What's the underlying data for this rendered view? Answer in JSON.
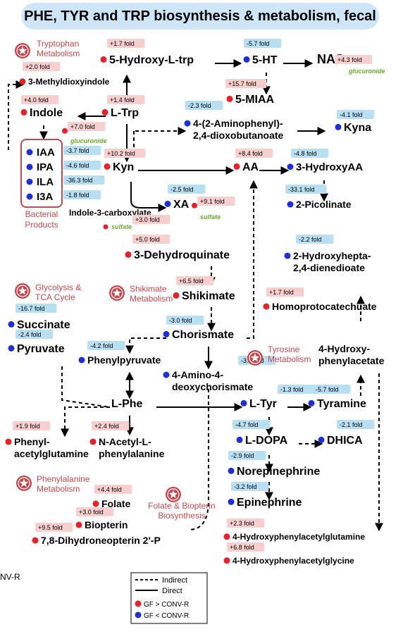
{
  "title": "PHE, TYR and TRP biosynthesis & metabolism, fecal",
  "cut_label": "NV-R",
  "colors": {
    "increase_dot": "#e4222a",
    "decrease_dot": "#1f2fd6",
    "increase_badge": "#f7cfcf",
    "decrease_badge": "#b9dff2",
    "pathway_label": "#c8474d",
    "conjugate_label": "#6aaa2a",
    "title_background": "#cfe6f8"
  },
  "pathways": [
    {
      "label": [
        "Tryptophan",
        "Metabolism"
      ]
    },
    {
      "label": [
        "Glycolysis &",
        "TCA Cycle"
      ]
    },
    {
      "label": [
        "Shikimate",
        "Metabolism"
      ]
    },
    {
      "label": [
        "Tyrosine",
        "Metabolism"
      ]
    },
    {
      "label": [
        "Phenylalanine",
        "Metabolism"
      ]
    },
    {
      "label": [
        "Folate & Biopterin",
        "Biosynthesis"
      ]
    }
  ],
  "bacterial_products": {
    "items": [
      "IAA",
      "IPA",
      "ILA",
      "I3A"
    ],
    "folds": [
      "-3.7 fold",
      "-4.6 fold",
      "-36.3 fold",
      "-1.8 fold"
    ],
    "caption": [
      "Bacterial",
      "Products"
    ]
  },
  "metabolites": [
    {
      "id": "hydroxytrp",
      "name": "5-Hydroxy-L-trp",
      "fold": "+1.7 fold",
      "dir": "up"
    },
    {
      "id": "5ht",
      "name": "5-HT",
      "fold": "-5.7 fold",
      "dir": "down"
    },
    {
      "id": "nas",
      "name": "NAS",
      "fold": "+4.3 fold",
      "dir": "up",
      "conjugate": "glucuronide"
    },
    {
      "id": "methyldioxyindole",
      "name": "3-Methyldioxyindole",
      "fold": "+2.0 fold",
      "dir": "up"
    },
    {
      "id": "5miaa",
      "name": "5-MIAA",
      "fold": "+15.7 fold",
      "dir": "up"
    },
    {
      "id": "indole",
      "name": "Indole",
      "fold": "+4.0 fold",
      "dir": "up"
    },
    {
      "id": "ltrp",
      "name": "L-Trp",
      "fold": "+1.4 fold",
      "dir": "up"
    },
    {
      "id": "aminophenyl",
      "name": [
        "4-(2-Aminophenyl)-",
        "2,4-dioxobutanoate"
      ],
      "fold": "-2.3 fold",
      "dir": "down"
    },
    {
      "id": "kyna",
      "name": "Kyna",
      "fold": "-4.1 fold",
      "dir": "down"
    },
    {
      "id": "iaa_conj",
      "name": "",
      "fold": "+7.0 fold",
      "dir": "up",
      "conjugate": "glucuronide"
    },
    {
      "id": "kyn",
      "name": "Kyn",
      "fold": "+10.2 fold",
      "dir": "up"
    },
    {
      "id": "aa",
      "name": "AA",
      "fold": "+8.4 fold",
      "dir": "up"
    },
    {
      "id": "hydroxyaa",
      "name": "3-HydroxyAA",
      "fold": "-4.8 fold",
      "dir": "down"
    },
    {
      "id": "xa",
      "name": "XA",
      "fold": "-2.5 fold",
      "dir": "down"
    },
    {
      "id": "xa_sulfate",
      "name": "",
      "fold": "+9.1 fold",
      "dir": "up",
      "conjugate": "sulfate"
    },
    {
      "id": "picolinate",
      "name": "2-Picolinate",
      "fold": "-33.1 fold",
      "dir": "down"
    },
    {
      "id": "indole3carbox",
      "name": "Indole-3-carboxylate",
      "fold": "+3.0 fold",
      "dir": "up",
      "conjugate": "sulfate"
    },
    {
      "id": "dehydroquinate",
      "name": "3-Dehydroquinate",
      "fold": "+5.0 fold",
      "dir": "up"
    },
    {
      "id": "hydroxyhepta",
      "name": [
        "2-Hydroxyhepta-",
        "2,4-dienedioate"
      ],
      "fold": "-2.2 fold",
      "dir": "down"
    },
    {
      "id": "shikimate",
      "name": "Shikimate",
      "fold": "+6.5 fold",
      "dir": "up"
    },
    {
      "id": "homoproto",
      "name": "Homoprotocatechuate",
      "fold": "+1.7 fold",
      "dir": "up"
    },
    {
      "id": "succinate",
      "name": "Succinate",
      "fold": "-16.7 fold",
      "dir": "down"
    },
    {
      "id": "pyruvate",
      "name": "Pyruvate",
      "fold": "-2.4 fold",
      "dir": "down"
    },
    {
      "id": "chorismate",
      "name": "Chorismate",
      "fold": "-3.0 fold",
      "dir": "down"
    },
    {
      "id": "hpa",
      "name": [
        "4-Hydroxy-",
        "phenylacetate"
      ],
      "fold": "",
      "dir": "none"
    },
    {
      "id": "phenylpyruvate",
      "name": "Phenylpyruvate",
      "fold": "-4.2 fold",
      "dir": "down"
    },
    {
      "id": "aminodeoxy",
      "name": [
        "4-Amino-4-",
        "deoxychorismate"
      ],
      "fold": "-3.2 fold",
      "dir": "down"
    },
    {
      "id": "lphe",
      "name": "L-Phe",
      "fold": "",
      "dir": "none"
    },
    {
      "id": "ltyr",
      "name": "L-Tyr",
      "fold": "-1.3 fold",
      "dir": "down"
    },
    {
      "id": "tyramine",
      "name": "Tyramine",
      "fold": "-5.7 fold",
      "dir": "down"
    },
    {
      "id": "phenylacetylglutamine",
      "name": [
        "Phenyl-",
        "acetylglutamine"
      ],
      "fold": "+1.9 fold",
      "dir": "up"
    },
    {
      "id": "nacetylphe",
      "name": [
        "N-Acetyl-L-",
        "phenylalanine"
      ],
      "fold": "+2.4 fold",
      "dir": "up"
    },
    {
      "id": "ldopa",
      "name": "L-DOPA",
      "fold": "-4.7 fold",
      "dir": "down"
    },
    {
      "id": "dhica",
      "name": "DHICA",
      "fold": "-2.1 fold",
      "dir": "down"
    },
    {
      "id": "norepinephrine",
      "name": "Norepinephrine",
      "fold": "-2.9 fold",
      "dir": "down"
    },
    {
      "id": "epinephrine",
      "name": "Epinephrine",
      "fold": "-3.2 fold",
      "dir": "down"
    },
    {
      "id": "folate",
      "name": "Folate",
      "fold": "+4.4 fold",
      "dir": "up"
    },
    {
      "id": "biopterin",
      "name": "Biopterin",
      "fold": "+3.0 fold",
      "dir": "up"
    },
    {
      "id": "dihydroneopterin",
      "name": "7,8-Dihydroneopterin 2'-P",
      "fold": "+9.5 fold",
      "dir": "up"
    },
    {
      "id": "hpaglutamine",
      "name": "4-Hydroxyphenylacetylglutamine",
      "fold": "+2.3 fold",
      "dir": "up"
    },
    {
      "id": "hpaglycine",
      "name": "4-Hydroxyphenylacetylglycine",
      "fold": "+6.8 fold",
      "dir": "up"
    }
  ],
  "legend": {
    "indirect": "Indirect",
    "direct": "Direct",
    "up": "GF > CONV-R",
    "down": "GF < CONV-R"
  }
}
